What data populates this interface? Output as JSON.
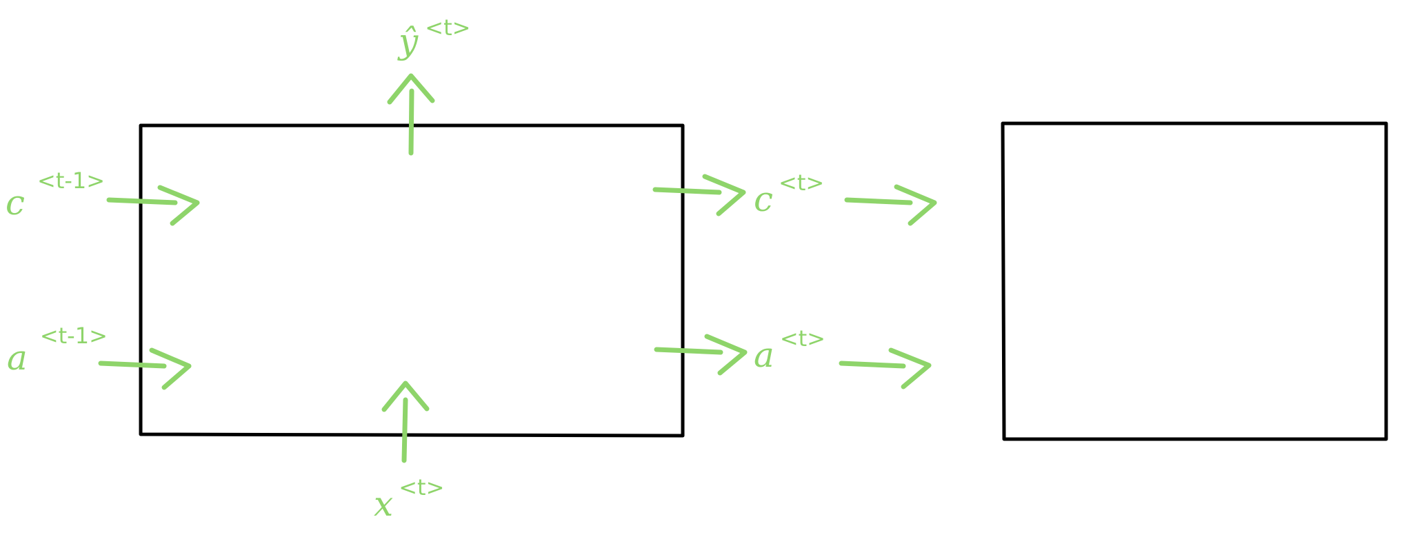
{
  "colors": {
    "ink": "#000000",
    "arrow": "#8ed46a"
  },
  "labels": {
    "y_out": {
      "base": "ŷ",
      "sup": "<t>"
    },
    "c_in": {
      "base": "c",
      "sup": "<t-1>"
    },
    "a_in": {
      "base": "a",
      "sup": "<t-1>"
    },
    "c_out": {
      "base": "c",
      "sup": "<t>"
    },
    "a_out": {
      "base": "a",
      "sup": "<t>"
    },
    "x_in": {
      "base": "x",
      "sup": "<t>"
    }
  }
}
